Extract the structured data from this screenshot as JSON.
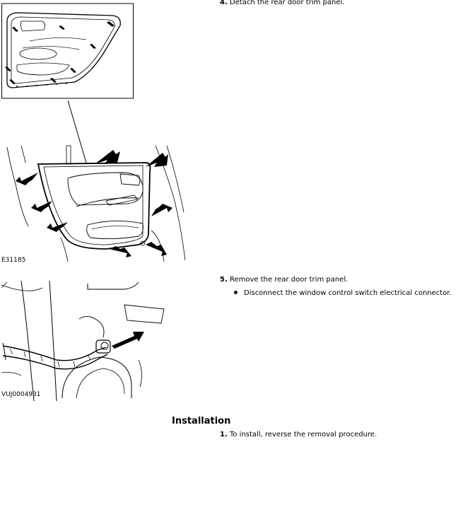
{
  "figures": {
    "door_overview": {},
    "door_fasteners": {
      "label": "E31185"
    },
    "connector": {
      "label": "VUJ0004931"
    }
  },
  "removal_steps": [
    {
      "number": "4.",
      "text": "Detach the rear door trim panel."
    },
    {
      "number": "5.",
      "text": "Remove the rear door trim panel.",
      "bullets": [
        "Disconnect the window control switch electrical connector."
      ]
    }
  ],
  "installation": {
    "heading": "Installation",
    "steps": [
      {
        "number": "1.",
        "text": "To install, reverse the removal procedure."
      }
    ]
  }
}
